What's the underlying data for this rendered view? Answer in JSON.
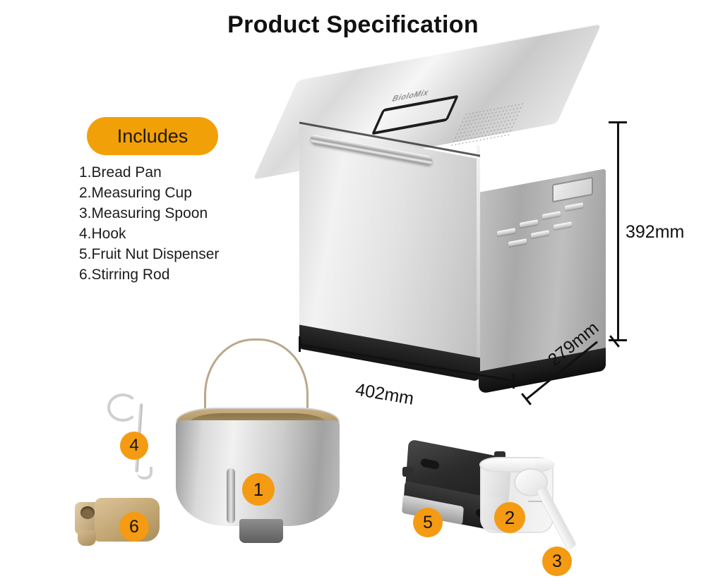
{
  "page": {
    "title": "Product Specification",
    "background_color": "#ffffff",
    "accent_color": "#F49B13"
  },
  "includes": {
    "badge_label": "Includes",
    "badge_color": "#F2A007",
    "items": [
      {
        "number": "1",
        "text": "1.Bread Pan"
      },
      {
        "number": "2",
        "text": "2.Measuring Cup"
      },
      {
        "number": "3",
        "text": "3.Measuring Spoon"
      },
      {
        "number": "4",
        "text": "4.Hook"
      },
      {
        "number": "5",
        "text": "5.Fruit Nut Dispenser"
      },
      {
        "number": "6",
        "text": "6.Stirring Rod"
      }
    ]
  },
  "product": {
    "brand": "BioloMix",
    "type": "bread-maker",
    "finish": "stainless-steel"
  },
  "dimensions": {
    "width": "402mm",
    "depth": "279mm",
    "height": "392mm"
  },
  "accessory_badges": [
    {
      "number": "1",
      "name": "bread-pan"
    },
    {
      "number": "2",
      "name": "measuring-cup"
    },
    {
      "number": "3",
      "name": "measuring-spoon"
    },
    {
      "number": "4",
      "name": "hook"
    },
    {
      "number": "5",
      "name": "fruit-nut-dispenser"
    },
    {
      "number": "6",
      "name": "stirring-rod"
    }
  ]
}
